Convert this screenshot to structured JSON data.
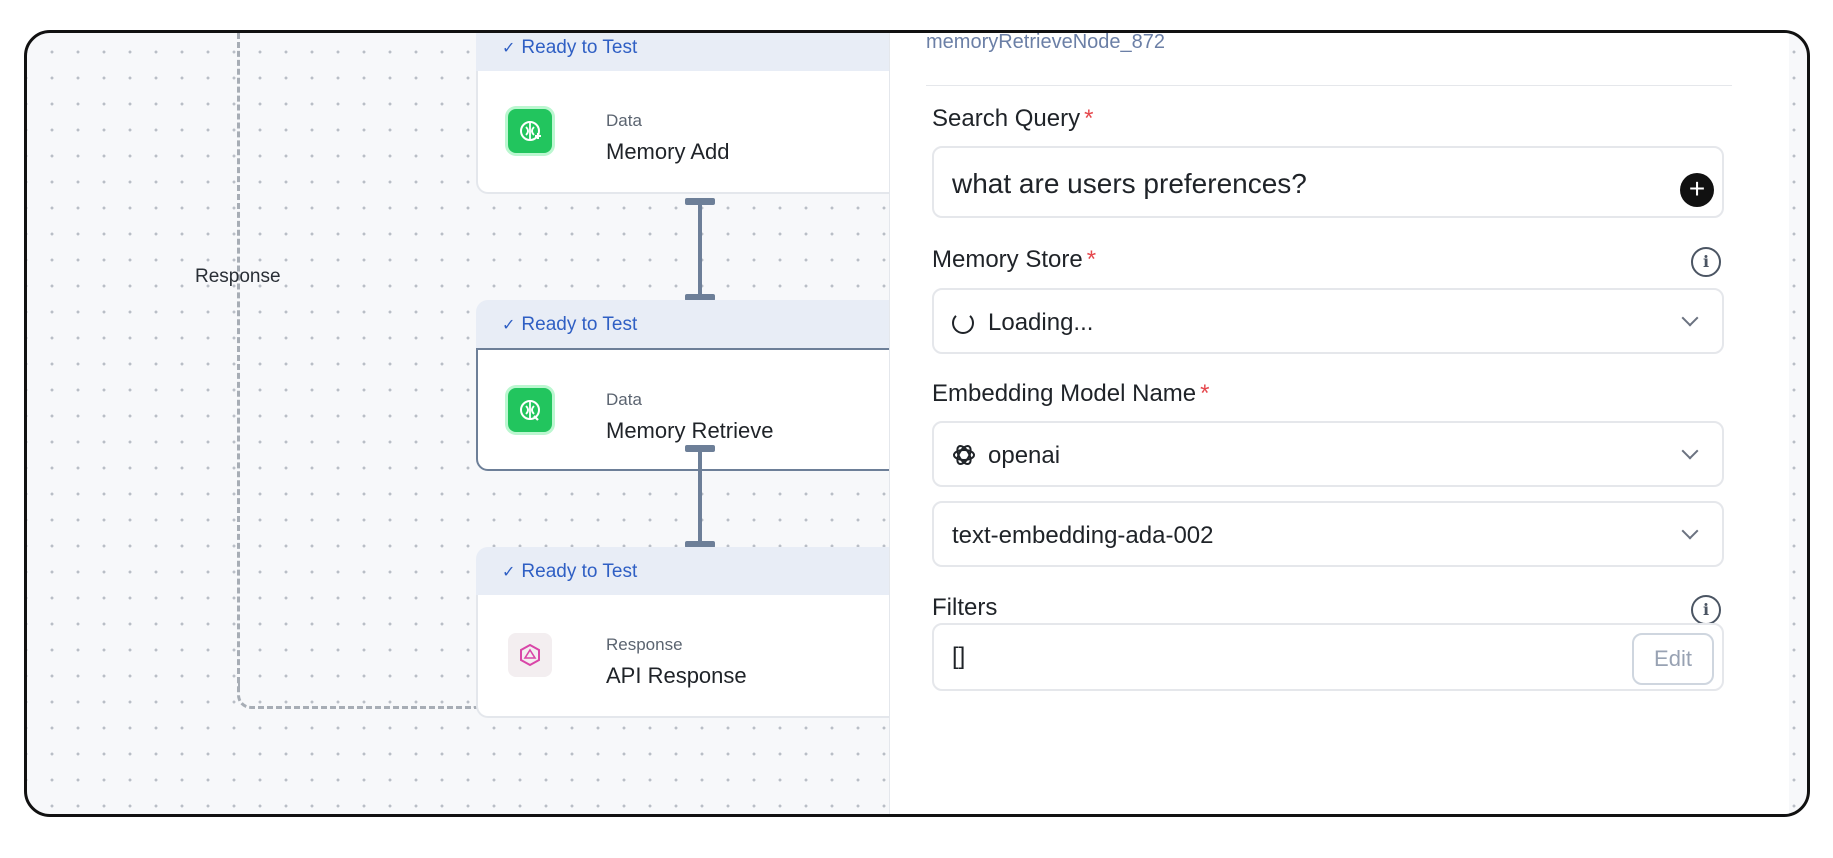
{
  "canvas": {
    "edge_label": "Response",
    "nodes": [
      {
        "status": "Ready to Test",
        "kind": "Data",
        "name": "Memory Add",
        "icon": "brain-plus-icon"
      },
      {
        "status": "Ready to Test",
        "kind": "Data",
        "name": "Memory Retrieve",
        "icon": "brain-search-icon"
      },
      {
        "status": "Ready to Test",
        "kind": "Response",
        "name": "API Response",
        "icon": "response-hex-icon"
      }
    ]
  },
  "panel": {
    "node_id": "memoryRetrieveNode_872",
    "search_query": {
      "label": "Search Query",
      "required": "*",
      "value": "what are users preferences?",
      "icon": "plus-circle-icon"
    },
    "memory_store": {
      "label": "Memory Store",
      "required": "*",
      "value": "Loading...",
      "icon": "spinner-icon"
    },
    "embedding_model": {
      "label": "Embedding Model Name",
      "required": "*",
      "provider": "openai",
      "model": "text-embedding-ada-002"
    },
    "filters": {
      "label": "Filters",
      "value": "[]",
      "edit_label": "Edit"
    }
  },
  "colors": {
    "status_text": "#2f5fc4",
    "status_bg": "#e8edf6",
    "node_icon_green": "#22c55e",
    "required_star": "#e5484d",
    "connector": "#6d7f98"
  }
}
